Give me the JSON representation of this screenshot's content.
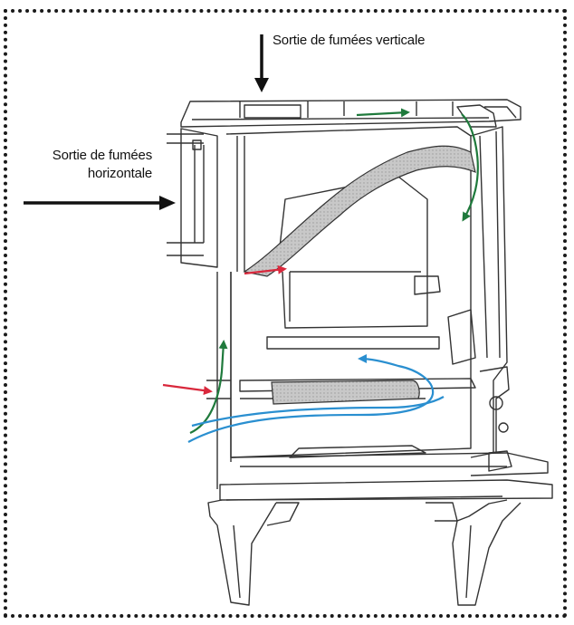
{
  "labels": {
    "vertical_exit": "Sortie de fumées verticale",
    "horizontal_exit_line1": "Sortie de fumées",
    "horizontal_exit_line2": "horizontale"
  },
  "colors": {
    "frame": "#1a1a1a",
    "structure": "#333333",
    "baffle_fill": "#c8c8c8",
    "arrow_black": "#111111",
    "arrow_green": "#1f7a3c",
    "arrow_red": "#d9283c",
    "arrow_blue": "#2a8fd0"
  },
  "icons": {
    "vertical_arrow": "arrow-down-icon",
    "horizontal_arrow": "arrow-right-icon"
  }
}
